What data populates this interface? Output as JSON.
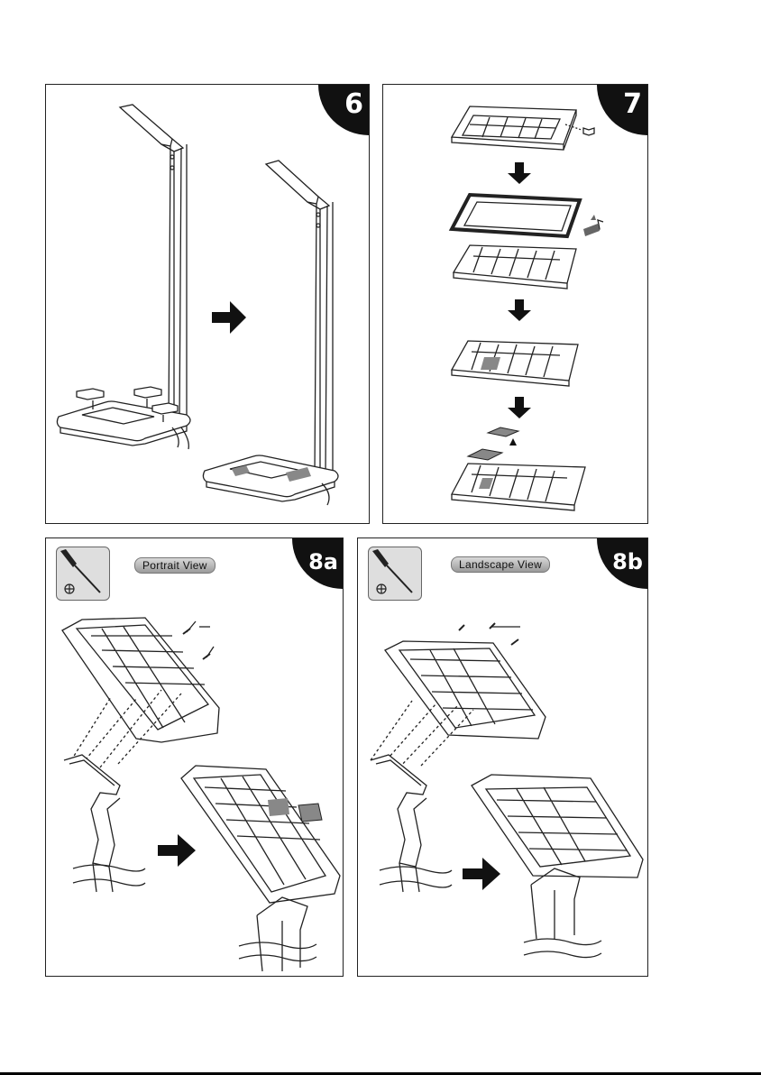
{
  "panels": {
    "step6": {
      "badge": "6"
    },
    "step7": {
      "badge": "7"
    },
    "step8a": {
      "badge": "8a",
      "label": "Portrait View"
    },
    "step8b": {
      "badge": "8b",
      "label": "Landscape View"
    }
  },
  "icons": {
    "screwdriver": "phillips-screwdriver-icon",
    "phillips": "phillips-head-icon",
    "arrow": "right-arrow-icon",
    "down_arrow": "down-arrow-icon"
  },
  "colors": {
    "line": "#222222",
    "badge": "#111111",
    "pad": "#888888",
    "tool_bg": "#dedede"
  }
}
